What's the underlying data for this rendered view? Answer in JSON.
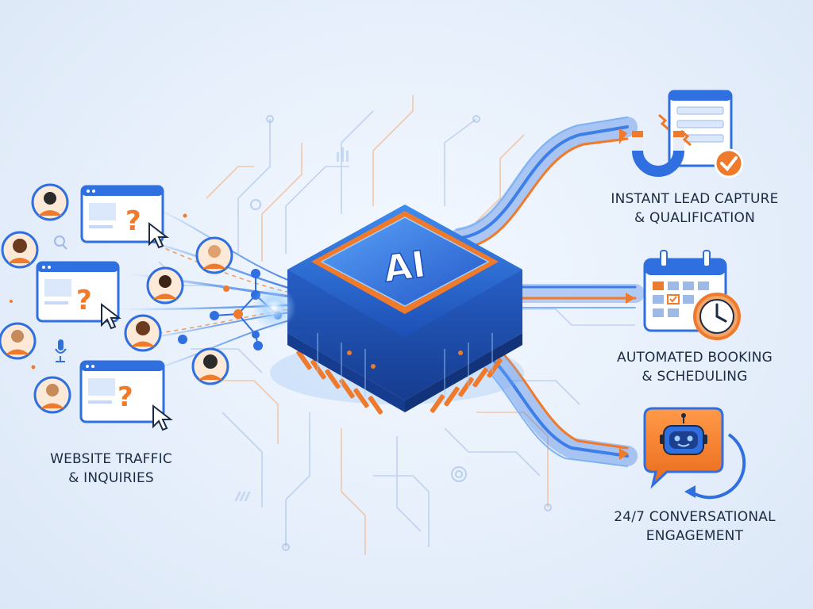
{
  "chip": {
    "label": "AI"
  },
  "inputs": {
    "line1": "WEBSITE TRAFFIC",
    "line2": "& INQUIRIES"
  },
  "outputs": [
    {
      "line1": "INSTANT LEAD CAPTURE",
      "line2": "& QUALIFICATION",
      "icon": "magnet-form-check-icon"
    },
    {
      "line1": "AUTOMATED BOOKING",
      "line2": "& SCHEDULING",
      "icon": "calendar-clock-icon"
    },
    {
      "line1": "24/7 CONVERSATIONAL",
      "line2": "ENGAGEMENT",
      "icon": "chatbot-icon"
    }
  ],
  "colors": {
    "primary_blue": "#2f6fe0",
    "deep_blue": "#1f4fb0",
    "accent_orange": "#f07a2c",
    "background": "#e6effb",
    "text": "#1c2b44"
  }
}
